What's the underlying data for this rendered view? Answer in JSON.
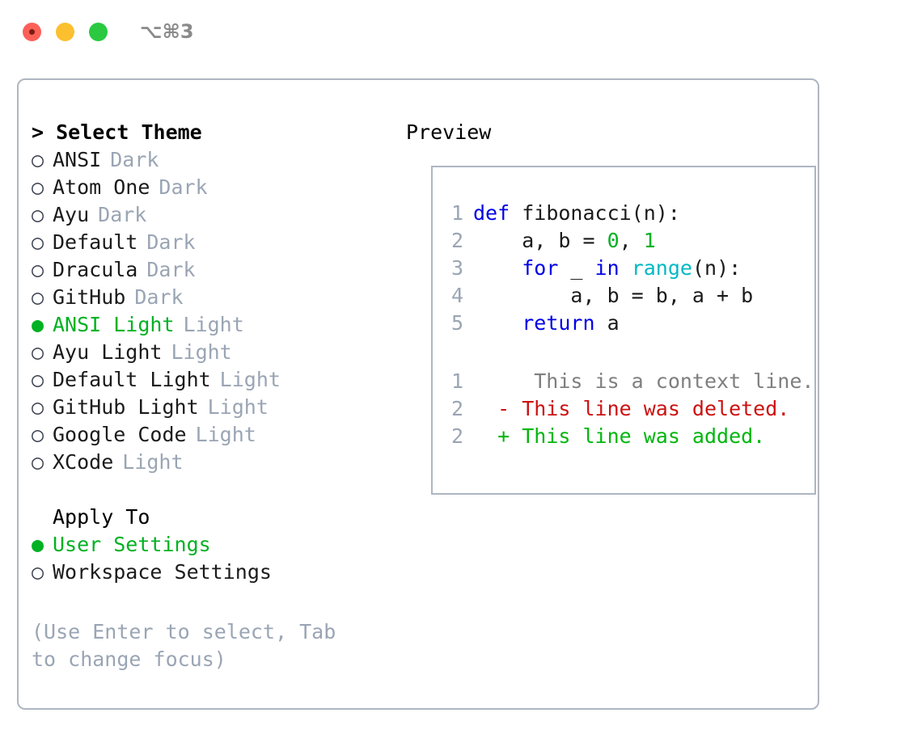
{
  "titlebar": {
    "traffic_lights": [
      "close",
      "minimize",
      "zoom"
    ],
    "shortcut": "⌥⌘3"
  },
  "theme_picker": {
    "heading": "> Select Theme",
    "bullet_selected": "●",
    "bullet_unselected": "○",
    "items": [
      {
        "name": "ANSI",
        "variant": "Dark",
        "selected": false
      },
      {
        "name": "Atom One",
        "variant": "Dark",
        "selected": false
      },
      {
        "name": "Ayu",
        "variant": "Dark",
        "selected": false
      },
      {
        "name": "Default",
        "variant": "Dark",
        "selected": false
      },
      {
        "name": "Dracula",
        "variant": "Dark",
        "selected": false
      },
      {
        "name": "GitHub",
        "variant": "Dark",
        "selected": false
      },
      {
        "name": "ANSI Light",
        "variant": "Light",
        "selected": true
      },
      {
        "name": "Ayu Light",
        "variant": "Light",
        "selected": false
      },
      {
        "name": "Default Light",
        "variant": "Light",
        "selected": false
      },
      {
        "name": "GitHub Light",
        "variant": "Light",
        "selected": false
      },
      {
        "name": "Google Code",
        "variant": "Light",
        "selected": false
      },
      {
        "name": "XCode",
        "variant": "Light",
        "selected": false
      }
    ]
  },
  "apply_to": {
    "heading": "Apply To",
    "items": [
      {
        "name": "User Settings",
        "selected": true
      },
      {
        "name": "Workspace Settings",
        "selected": false
      }
    ]
  },
  "hint": "(Use Enter to select, Tab to change focus)",
  "preview": {
    "title": "Preview",
    "code_lines": [
      {
        "no": "1",
        "tokens": [
          {
            "t": "def ",
            "c": "kw"
          },
          {
            "t": "fibonacci(n):",
            "c": "plain"
          }
        ]
      },
      {
        "no": "2",
        "tokens": [
          {
            "t": "    a, b = ",
            "c": "plain"
          },
          {
            "t": "0",
            "c": "num"
          },
          {
            "t": ", ",
            "c": "plain"
          },
          {
            "t": "1",
            "c": "num"
          }
        ]
      },
      {
        "no": "3",
        "tokens": [
          {
            "t": "    ",
            "c": "plain"
          },
          {
            "t": "for",
            "c": "kw"
          },
          {
            "t": " _ ",
            "c": "plain"
          },
          {
            "t": "in",
            "c": "kw"
          },
          {
            "t": " ",
            "c": "plain"
          },
          {
            "t": "range",
            "c": "fn"
          },
          {
            "t": "(n):",
            "c": "plain"
          }
        ]
      },
      {
        "no": "4",
        "tokens": [
          {
            "t": "        a, b = b, a + b",
            "c": "plain"
          }
        ]
      },
      {
        "no": "5",
        "tokens": [
          {
            "t": "    ",
            "c": "plain"
          },
          {
            "t": "return",
            "c": "kw"
          },
          {
            "t": " a",
            "c": "plain"
          }
        ]
      }
    ],
    "diff_lines": [
      {
        "no": "1",
        "marker": " ",
        "text": "  This is a context line.",
        "kind": "ctx"
      },
      {
        "no": "2",
        "marker": "-",
        "text": " This line was deleted.",
        "kind": "del"
      },
      {
        "no": "2",
        "marker": "+",
        "text": " This line was added.",
        "kind": "add"
      }
    ]
  },
  "colors": {
    "accent_green": "#00b122",
    "muted_blue_gray": "#9aa5b4",
    "border": "#aeb6c2",
    "keyword_blue": "#0000e6",
    "function_cyan": "#00b8c4",
    "diff_delete_red": "#cc1111",
    "diff_add_green": "#00b60d"
  }
}
